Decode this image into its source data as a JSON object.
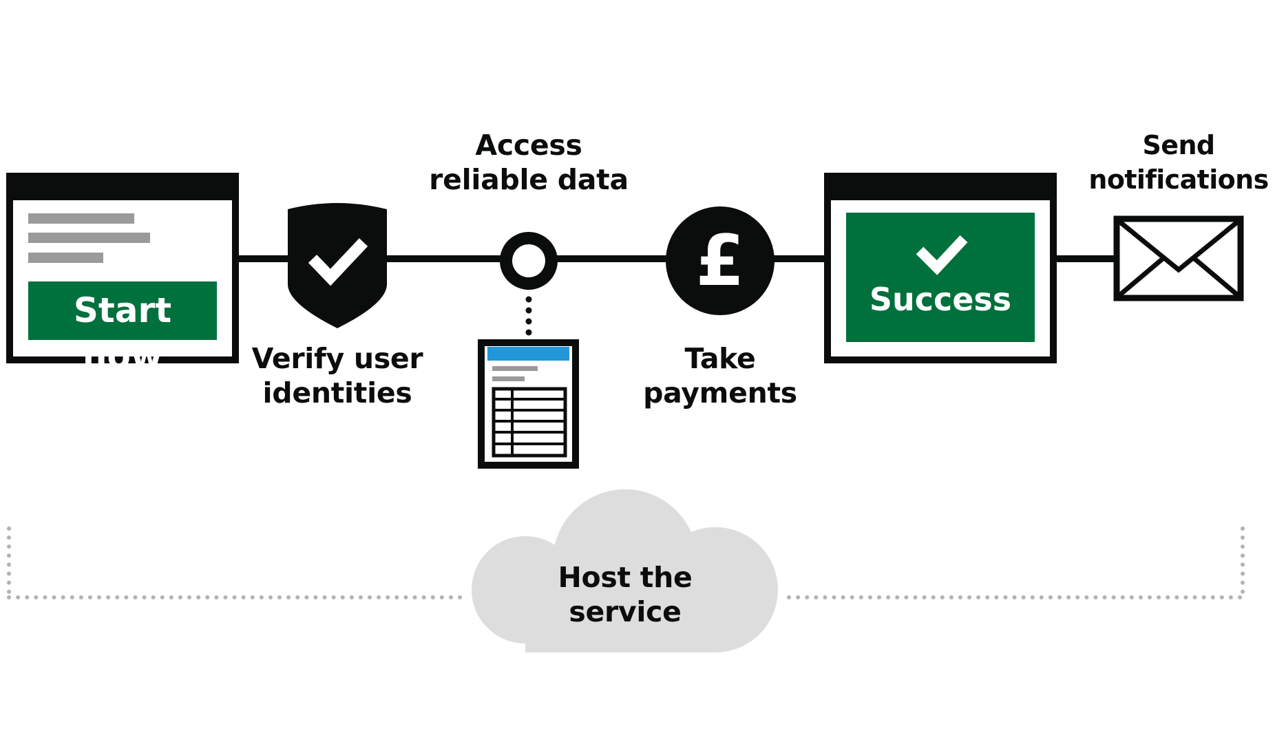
{
  "steps": {
    "start": {
      "button_label": "Start now"
    },
    "verify": {
      "label_line1": "Verify user",
      "label_line2": "identities"
    },
    "data": {
      "label_line1": "Access",
      "label_line2": "reliable data"
    },
    "payments": {
      "label_line1": "Take",
      "label_line2": "payments",
      "symbol": "£"
    },
    "success": {
      "label": "Success"
    },
    "notify": {
      "label_line1": "Send",
      "label_line2": "notifications"
    }
  },
  "host": {
    "label_line1": "Host the",
    "label_line2": "service"
  },
  "colors": {
    "ink": "#0b0c0c",
    "green": "#00703c",
    "grey_bar": "#9a9a9a",
    "cloud": "#dddddd",
    "dots": "#b1b4b6",
    "blue": "#2196d8"
  },
  "icons": [
    "check-icon",
    "shield-icon",
    "pound-icon",
    "envelope-icon",
    "cloud-icon",
    "document-icon",
    "browser-window-icon"
  ]
}
